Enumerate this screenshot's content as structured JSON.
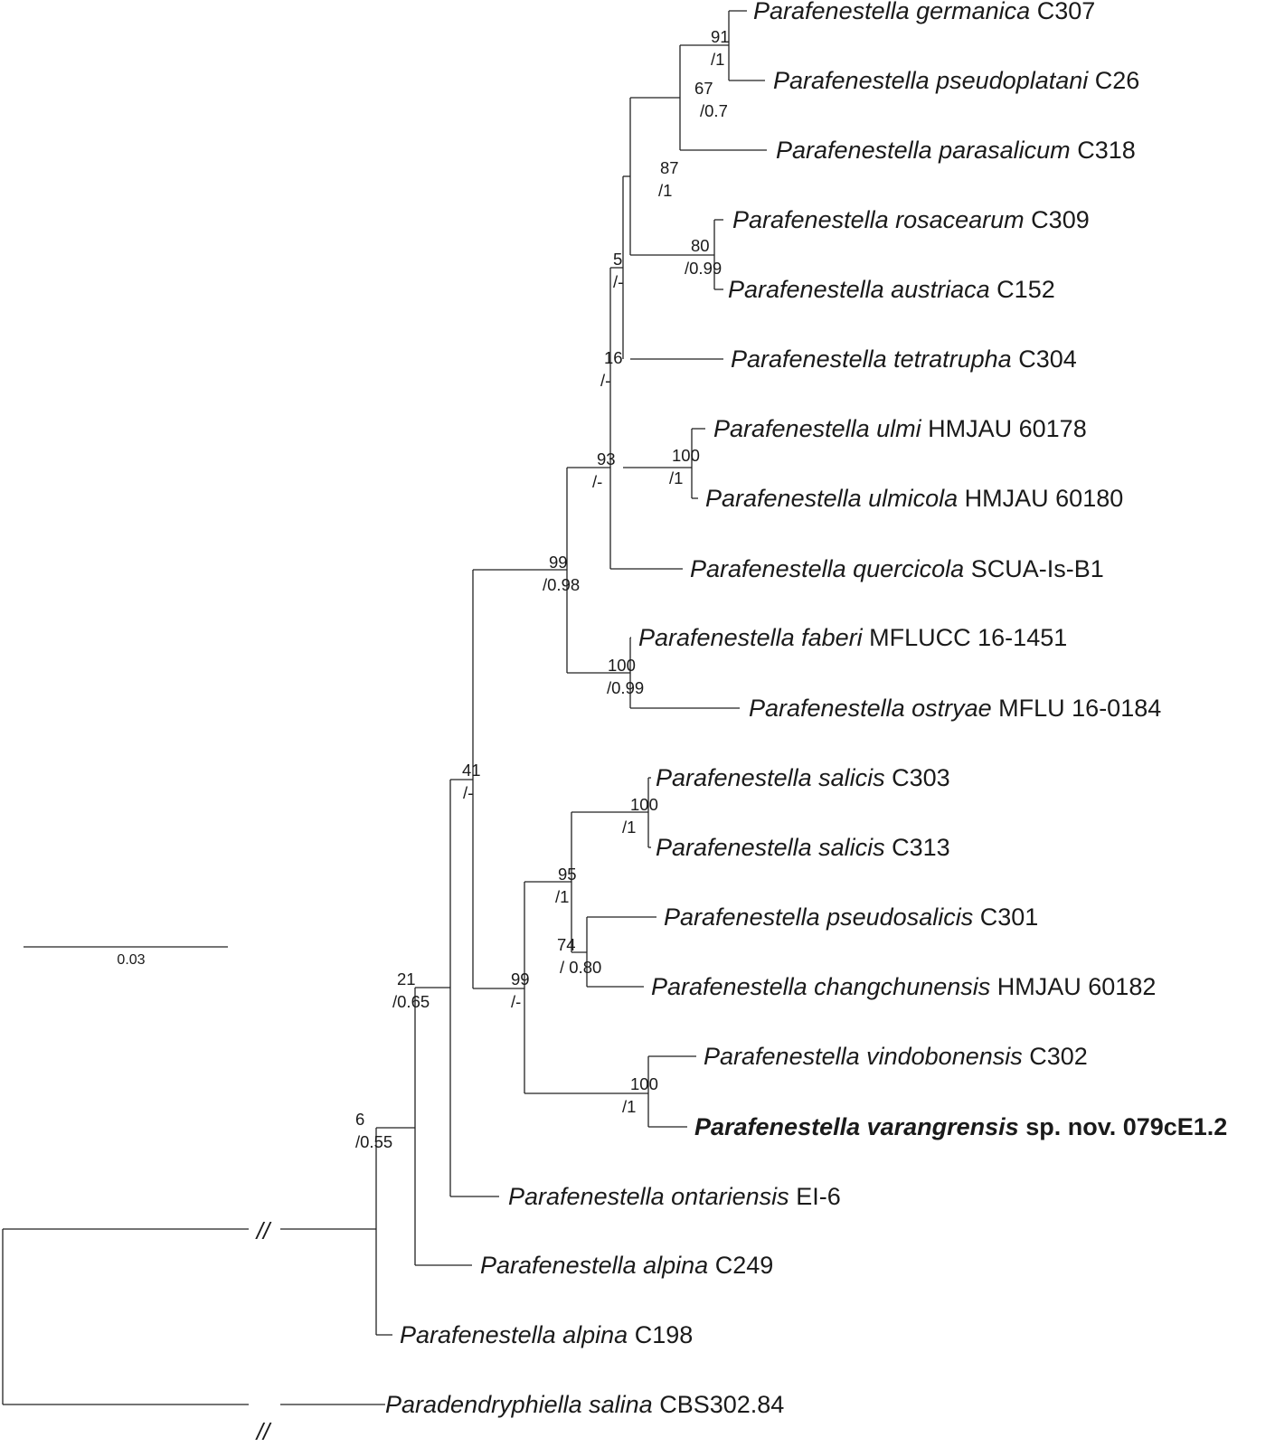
{
  "tree": {
    "taxa": [
      {
        "id": "germanica",
        "genus": "Parafenestella",
        "epithet": "germanica",
        "voucher": "C307"
      },
      {
        "id": "pseudoplatani",
        "genus": "Parafenestella",
        "epithet": "pseudoplatani",
        "voucher": "C26"
      },
      {
        "id": "parasalicum",
        "genus": "Parafenestella",
        "epithet": "parasalicum",
        "voucher": "C318"
      },
      {
        "id": "rosacearum",
        "genus": "Parafenestella",
        "epithet": "rosacearum",
        "voucher": "C309"
      },
      {
        "id": "austriaca",
        "genus": "Parafenestella",
        "epithet": "austriaca",
        "voucher": "C152"
      },
      {
        "id": "tetratrupha",
        "genus": "Parafenestella",
        "epithet": "tetratrupha",
        "voucher": "C304"
      },
      {
        "id": "ulmi",
        "genus": "Parafenestella",
        "epithet": "ulmi",
        "voucher": "HMJAU 60178"
      },
      {
        "id": "ulmicola",
        "genus": "Parafenestella",
        "epithet": "ulmicola",
        "voucher": "HMJAU 60180"
      },
      {
        "id": "quercicola",
        "genus": "Parafenestella",
        "epithet": "quercicola",
        "voucher": "SCUA-Is-B1"
      },
      {
        "id": "faberi",
        "genus": "Parafenestella",
        "epithet": "faberi",
        "voucher": "MFLUCC 16-1451"
      },
      {
        "id": "ostryae",
        "genus": "Parafenestella",
        "epithet": "ostryae",
        "voucher": "MFLU 16-0184"
      },
      {
        "id": "salicis1",
        "genus": "Parafenestella",
        "epithet": "salicis",
        "voucher": "C303"
      },
      {
        "id": "salicis2",
        "genus": "Parafenestella",
        "epithet": "salicis",
        "voucher": "C313"
      },
      {
        "id": "pseudosalicis",
        "genus": "Parafenestella",
        "epithet": "pseudosalicis",
        "voucher": "C301"
      },
      {
        "id": "changchunensis",
        "genus": "Parafenestella",
        "epithet": "changchunensis",
        "voucher": "HMJAU 60182"
      },
      {
        "id": "vindobonensis",
        "genus": "Parafenestella",
        "epithet": "vindobonensis",
        "voucher": "C302"
      },
      {
        "id": "varangrensis",
        "genus": "Parafenestella",
        "epithet": "varangrensis",
        "voucher": "sp. nov. 079cE1.2",
        "bold": true
      },
      {
        "id": "ontariensis",
        "genus": "Parafenestella",
        "epithet": "ontariensis",
        "voucher": "EI-6"
      },
      {
        "id": "alpina1",
        "genus": "Parafenestella",
        "epithet": "alpina",
        "voucher": "C249"
      },
      {
        "id": "alpina2",
        "genus": "Parafenestella",
        "epithet": "alpina",
        "voucher": "C198"
      },
      {
        "id": "salina",
        "genus": "Paradendryphiella",
        "epithet": "salina",
        "voucher": "CBS302.84"
      }
    ],
    "supports": [
      {
        "id": "n91",
        "bs": "91",
        "pp": "/1"
      },
      {
        "id": "n67",
        "bs": "67",
        "pp": "/0.7"
      },
      {
        "id": "n87",
        "bs": "87",
        "pp": "/1"
      },
      {
        "id": "n80",
        "bs": "80",
        "pp": "/0.99"
      },
      {
        "id": "n5",
        "bs": "5",
        "pp": "/-"
      },
      {
        "id": "n16",
        "bs": "16",
        "pp": "/-"
      },
      {
        "id": "n100u",
        "bs": "100",
        "pp": "/1"
      },
      {
        "id": "n93",
        "bs": "93",
        "pp": "/-"
      },
      {
        "id": "n99a",
        "bs": "99",
        "pp": "/0.98"
      },
      {
        "id": "n100f",
        "bs": "100",
        "pp": "/0.99"
      },
      {
        "id": "n41",
        "bs": "41",
        "pp": "/-"
      },
      {
        "id": "n100s",
        "bs": "100",
        "pp": "/1"
      },
      {
        "id": "n95",
        "bs": "95",
        "pp": "/1"
      },
      {
        "id": "n74",
        "bs": "74",
        "pp": "/ 0.80"
      },
      {
        "id": "n99b",
        "bs": "99",
        "pp": "/-"
      },
      {
        "id": "n21",
        "bs": "21",
        "pp": "/0.65"
      },
      {
        "id": "n100v",
        "bs": "100",
        "pp": "/1"
      },
      {
        "id": "n6",
        "bs": "6",
        "pp": "/0.55"
      }
    ],
    "branch_break_symbol": "//",
    "scale_bar": {
      "label": "0.03",
      "length": 0.03
    }
  }
}
